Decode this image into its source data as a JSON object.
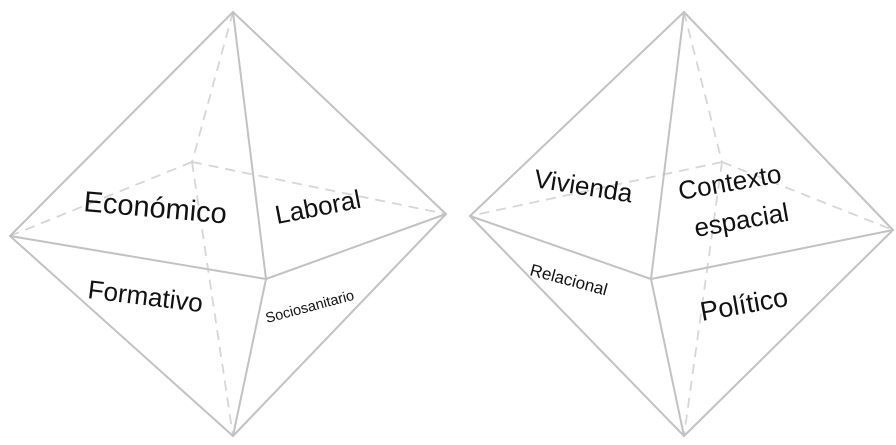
{
  "left_octahedron": {
    "labels": {
      "top_left": "Económico",
      "top_right": "Laboral",
      "bottom_left": "Formativo",
      "bottom_right": "Sociosanitario"
    }
  },
  "right_octahedron": {
    "labels": {
      "top_left": "Vivienda",
      "top_right_line1": "Contexto",
      "top_right_line2": "espacial",
      "bottom_left": "Relacional",
      "bottom_right": "Político"
    }
  }
}
